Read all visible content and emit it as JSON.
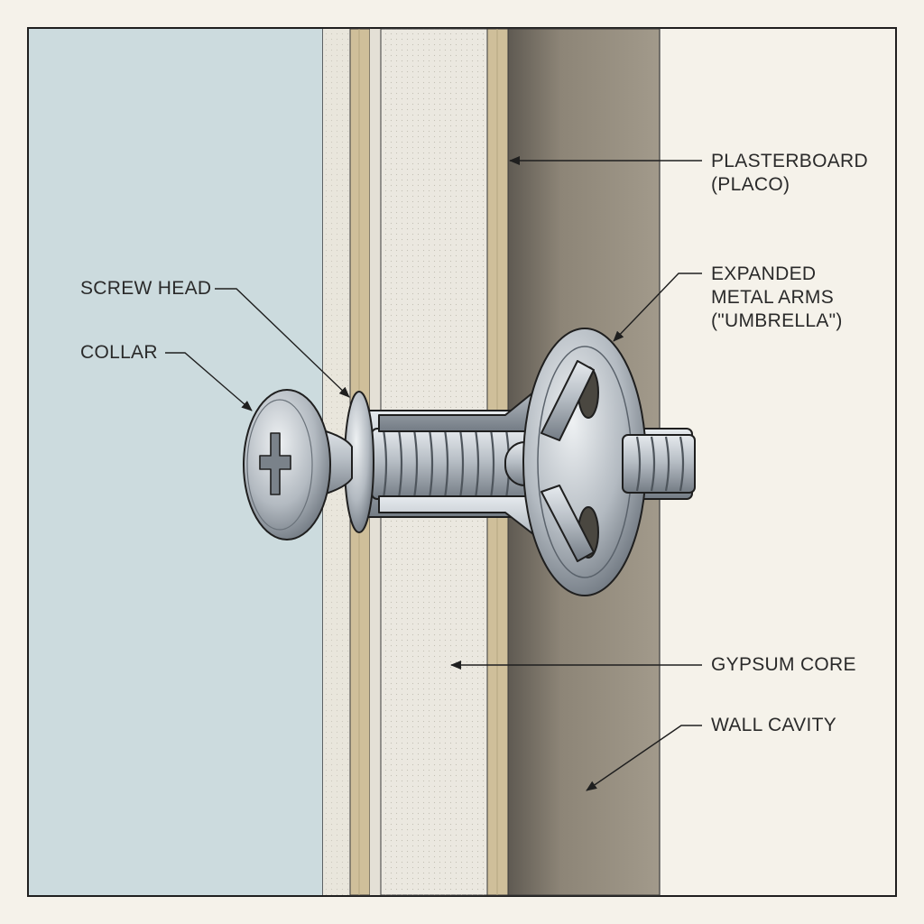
{
  "diagram": {
    "labels": {
      "plasterboard": [
        "PLASTERBOARD",
        "(PLACO)"
      ],
      "expanded_arms": [
        "EXPANDED",
        "METAL ARMS",
        "(\"UMBRELLA\")"
      ],
      "screw_head": "SCREW HEAD",
      "collar": "COLLAR",
      "gypsum_core": "GYPSUM CORE",
      "wall_cavity": "WALL CAVITY"
    },
    "colors": {
      "background": "#f5f2ea",
      "room_wall": "#ccdbde",
      "paper_face": "#e9e6dc",
      "paper_edge": "#cfbf9a",
      "gypsum": "#ebe8e0",
      "cavity": "#8e8678",
      "metal": "#a9b0b6",
      "outline": "#1f1f1f"
    }
  }
}
